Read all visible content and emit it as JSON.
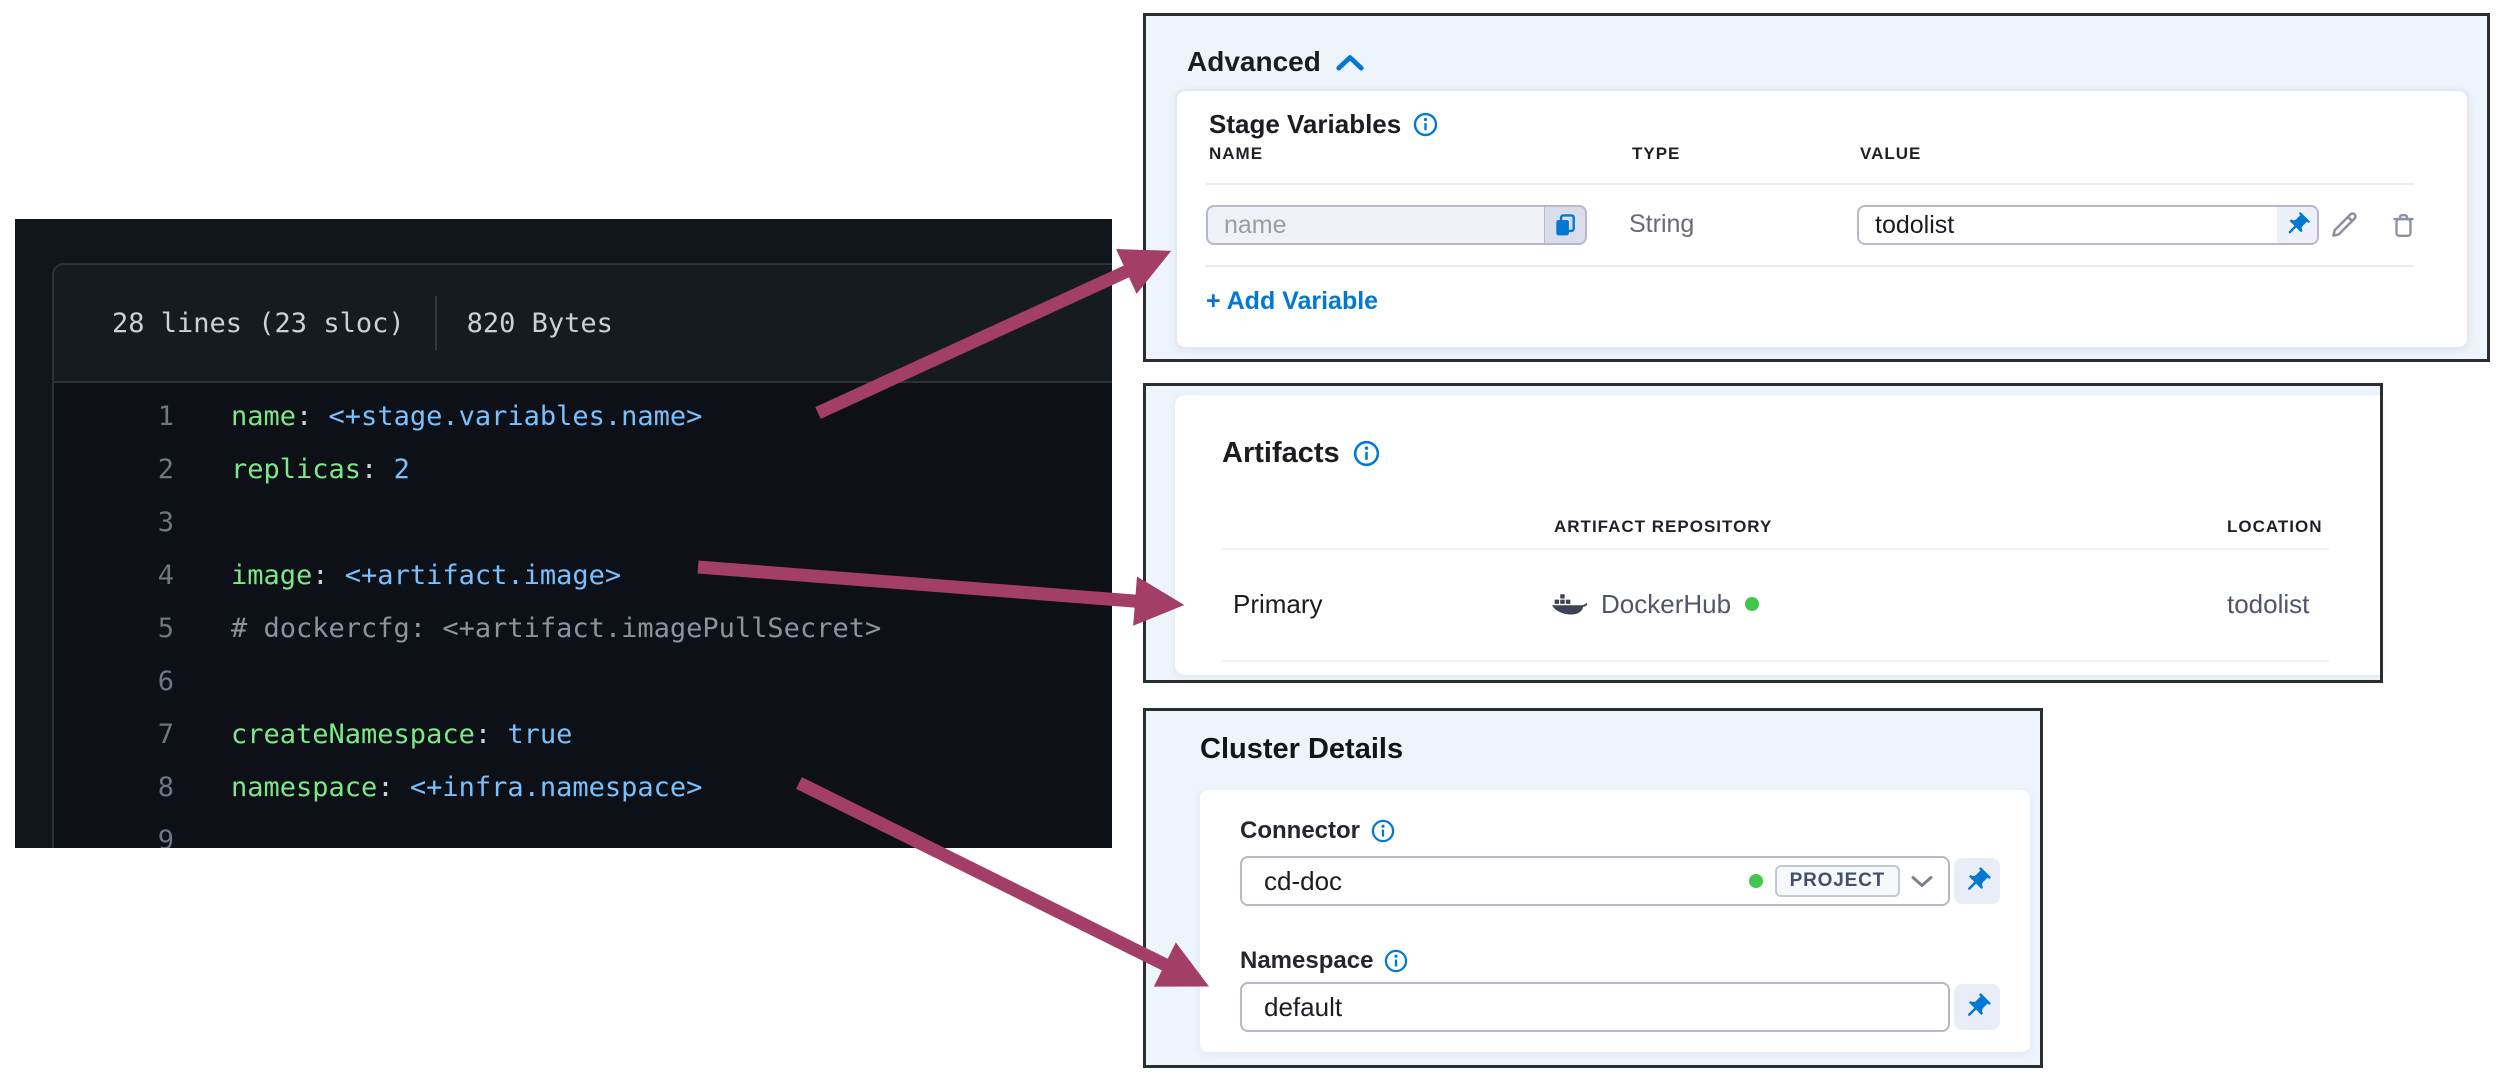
{
  "colors": {
    "accent_blue": "#0278d5",
    "arrow": "#a23e68",
    "status_green": "#42c64d",
    "panel_bg": "#edf4fb"
  },
  "code_viewer": {
    "meta_lines": "28 lines (23 sloc)",
    "meta_size": "820 Bytes",
    "lines": [
      {
        "num": "1",
        "key": "name",
        "sep": ": ",
        "value": "<+stage.variables.name>",
        "comment": ""
      },
      {
        "num": "2",
        "key": "replicas",
        "sep": ": ",
        "value": "2",
        "comment": ""
      },
      {
        "num": "3",
        "key": "",
        "sep": "",
        "value": "",
        "comment": ""
      },
      {
        "num": "4",
        "key": "image",
        "sep": ": ",
        "value": "<+artifact.image>",
        "comment": ""
      },
      {
        "num": "5",
        "key": "",
        "sep": "",
        "value": "",
        "comment": "# dockercfg: <+artifact.imagePullSecret>"
      },
      {
        "num": "6",
        "key": "",
        "sep": "",
        "value": "",
        "comment": ""
      },
      {
        "num": "7",
        "key": "createNamespace",
        "sep": ": ",
        "value": "true",
        "comment": ""
      },
      {
        "num": "8",
        "key": "namespace",
        "sep": ": ",
        "value": "<+infra.namespace>",
        "comment": ""
      },
      {
        "num": "9",
        "key": "",
        "sep": "",
        "value": "",
        "comment": ""
      }
    ]
  },
  "advanced": {
    "title": "Advanced",
    "stage_variables": {
      "title": "Stage Variables",
      "columns": {
        "name": "NAME",
        "type": "TYPE",
        "value": "VALUE"
      },
      "row": {
        "name_placeholder": "name",
        "type": "String",
        "value": "todolist"
      },
      "add_label": "+ Add Variable"
    }
  },
  "artifacts": {
    "title": "Artifacts",
    "columns": {
      "repository": "ARTIFACT REPOSITORY",
      "location": "LOCATION"
    },
    "row": {
      "label": "Primary",
      "repository": "DockerHub",
      "location": "todolist"
    }
  },
  "cluster": {
    "title": "Cluster Details",
    "connector": {
      "label": "Connector",
      "value": "cd-doc",
      "scope_badge": "PROJECT"
    },
    "namespace": {
      "label": "Namespace",
      "value": "default"
    }
  }
}
